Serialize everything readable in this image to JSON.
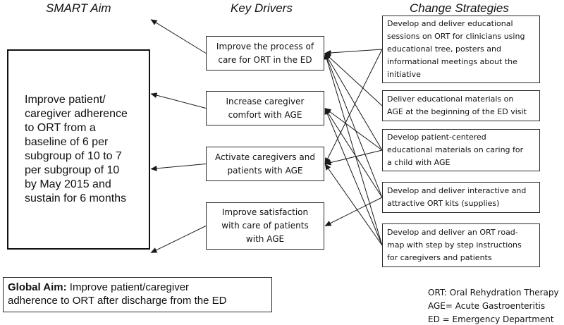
{
  "headers": {
    "smart": "SMART Aim",
    "drivers": "Key Drivers",
    "strategies": "Change Strategies"
  },
  "smart_aim": [
    "Improve patient/",
    "caregiver adherence",
    "to ORT from a",
    "baseline of 6 per",
    "subgroup of 10 to 7",
    "per subgroup of 10",
    "by May 2015 and",
    "sustain for 6 months"
  ],
  "drivers": [
    {
      "lines": [
        "Improve the process of",
        "care for ORT in the ED"
      ]
    },
    {
      "lines": [
        "Increase caregiver",
        "comfort with AGE"
      ]
    },
    {
      "lines": [
        "Activate caregivers and",
        "patients with AGE"
      ]
    },
    {
      "lines": [
        "Improve satisfaction",
        "with care of patients",
        "with AGE"
      ]
    }
  ],
  "strategies": [
    {
      "lines": [
        "Develop and deliver educational",
        "sessions on ORT for clinicians using",
        "educational tree, posters and",
        "informational meetings about the",
        "initiative"
      ]
    },
    {
      "lines": [
        "Deliver educational materials on",
        "AGE at the beginning of the ED visit"
      ]
    },
    {
      "lines": [
        "Develop patient-centered",
        "educational materials on caring for",
        "a child with AGE"
      ]
    },
    {
      "lines": [
        "Develop and deliver interactive and",
        "attractive ORT kits (supplies)"
      ]
    },
    {
      "lines": [
        "Develop and deliver an ORT road-",
        "map with step by step instructions",
        "for caregivers and patients"
      ]
    }
  ],
  "links": [
    {
      "from": "strategy",
      "from_index": 0,
      "to": "driver",
      "to_index": 0
    },
    {
      "from": "strategy",
      "from_index": 0,
      "to": "driver",
      "to_index": 2
    },
    {
      "from": "strategy",
      "from_index": 1,
      "to": "driver",
      "to_index": 0
    },
    {
      "from": "strategy",
      "from_index": 2,
      "to": "driver",
      "to_index": 0
    },
    {
      "from": "strategy",
      "from_index": 2,
      "to": "driver",
      "to_index": 1
    },
    {
      "from": "strategy",
      "from_index": 2,
      "to": "driver",
      "to_index": 2
    },
    {
      "from": "strategy",
      "from_index": 3,
      "to": "driver",
      "to_index": 0
    },
    {
      "from": "strategy",
      "from_index": 3,
      "to": "driver",
      "to_index": 1
    },
    {
      "from": "strategy",
      "from_index": 3,
      "to": "driver",
      "to_index": 3
    },
    {
      "from": "strategy",
      "from_index": 4,
      "to": "driver",
      "to_index": 0
    },
    {
      "from": "strategy",
      "from_index": 4,
      "to": "driver",
      "to_index": 1
    },
    {
      "from": "strategy",
      "from_index": 4,
      "to": "driver",
      "to_index": 2
    },
    {
      "from": "driver",
      "from_index": 0,
      "to": "smart",
      "to_index": 0
    },
    {
      "from": "driver",
      "from_index": 1,
      "to": "smart",
      "to_index": 0
    },
    {
      "from": "driver",
      "from_index": 2,
      "to": "smart",
      "to_index": 0
    },
    {
      "from": "driver",
      "from_index": 3,
      "to": "smart",
      "to_index": 0
    }
  ],
  "global_aim": {
    "label": "Global Aim:",
    "text_line1": " Improve patient/caregiver",
    "text_line2": "adherence to ORT after discharge from the ED"
  },
  "legend": [
    "ORT: Oral Rehydration Therapy",
    "AGE= Acute Gastroenteritis",
    "ED = Emergency Department"
  ],
  "colors": {
    "line": "#1a1a1a",
    "border": "#2b2b2b"
  }
}
